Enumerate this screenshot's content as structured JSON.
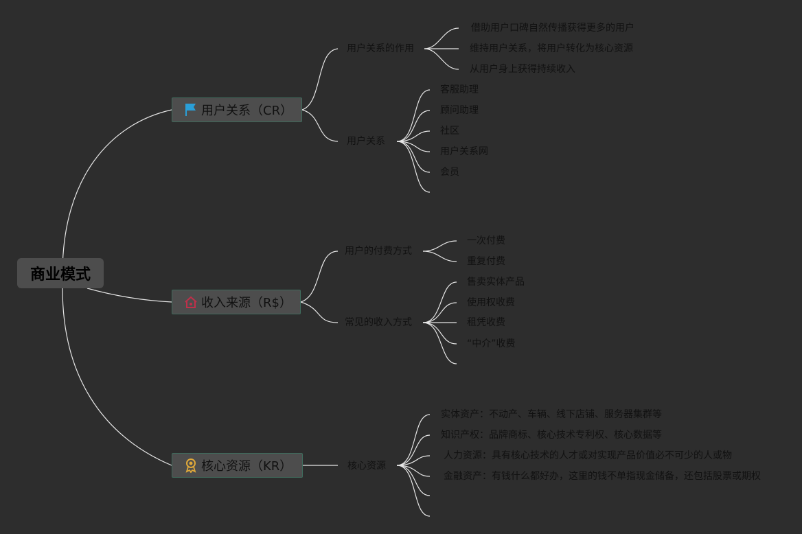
{
  "root": "商业模式",
  "branches": [
    {
      "title": "用户关系（CR）",
      "icon": "blue-flag-icon",
      "groups": [
        {
          "title": "用户关系的作用",
          "items": [
            "借助用户口碑自然传播获得更多的用户",
            "维持用户关系，将用户转化为核心资源",
            "从用户身上获得持续收入"
          ]
        },
        {
          "title": "用户关系",
          "items": [
            "客服助理",
            "顾问助理",
            "社区",
            "用户关系网",
            "会员"
          ]
        }
      ]
    },
    {
      "title": "收入来源（R$）",
      "icon": "red-house-icon",
      "groups": [
        {
          "title": "用户的付费方式",
          "items": [
            "一次付费",
            "重复付费"
          ]
        },
        {
          "title": "常见的收入方式",
          "items": [
            "售卖实体产品",
            "使用权收费",
            "租凭收费",
            "“中介”收费"
          ]
        }
      ]
    },
    {
      "title": "核心资源（KR）",
      "icon": "gold-medal-icon",
      "groups": [
        {
          "title": "核心资源",
          "items": [
            "实体资产：不动产、车辆、线下店铺、服务器集群等",
            "知识产权：品牌商标、核心技术专利权、核心数据等",
            "人力资源：具有核心技术的人才或对实现产品价值必不可少的人或物",
            "金融资产：有钱什么都好办，这里的钱不单指现金储备，还包括股票或期权"
          ]
        }
      ]
    }
  ]
}
